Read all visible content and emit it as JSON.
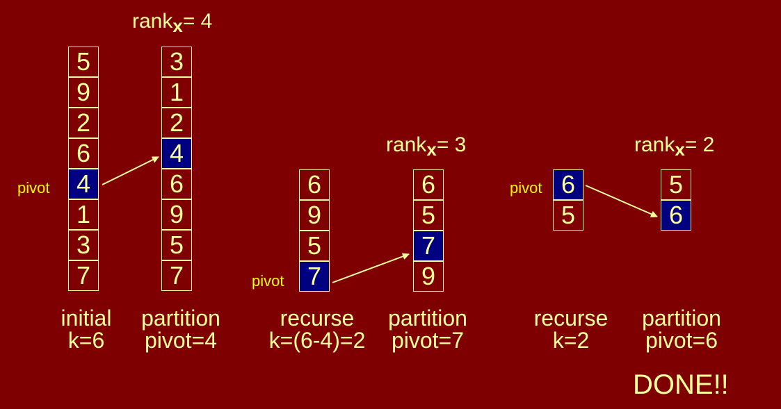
{
  "ranks": [
    {
      "prefix": "rank",
      "sub": "x",
      "value": "= 4"
    },
    {
      "prefix": "rank",
      "sub": "x",
      "value": "= 3"
    },
    {
      "prefix": "rank",
      "sub": "x",
      "value": "= 2"
    }
  ],
  "columns": [
    {
      "values": [
        "5",
        "9",
        "2",
        "6",
        "4",
        "1",
        "3",
        "7"
      ],
      "pivot_index": 4
    },
    {
      "values": [
        "3",
        "1",
        "2",
        "4",
        "6",
        "9",
        "5",
        "7"
      ],
      "pivot_index": 3
    },
    {
      "values": [
        "6",
        "9",
        "5",
        "7"
      ],
      "pivot_index": 3
    },
    {
      "values": [
        "6",
        "5",
        "7",
        "9"
      ],
      "pivot_index": 2
    },
    {
      "values": [
        "6",
        "5"
      ],
      "pivot_index": 0
    },
    {
      "values": [
        "5",
        "6"
      ],
      "pivot_index": 1
    }
  ],
  "pivot_label": "pivot",
  "captions": [
    {
      "line1": "initial",
      "line2": "k=6"
    },
    {
      "line1": "partition",
      "line2": "pivot=4"
    },
    {
      "line1": "recurse",
      "line2": "k=(6-4)=2"
    },
    {
      "line1": "partition",
      "line2": "pivot=7"
    },
    {
      "line1": "recurse",
      "line2": "k=2"
    },
    {
      "line1": "partition",
      "line2": "pivot=6"
    }
  ],
  "done_text": "DONE!!",
  "colors": {
    "background": "#7f0000",
    "cell_text": "#ffff99",
    "pivot_fill": "#000080",
    "pivot_label": "#ffff00"
  }
}
